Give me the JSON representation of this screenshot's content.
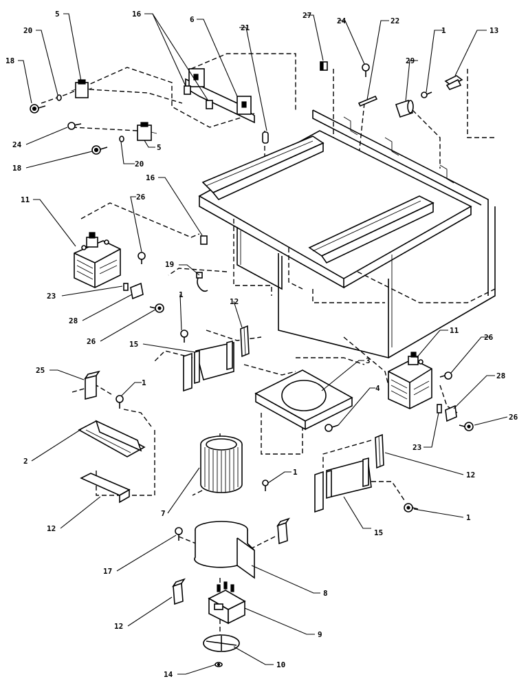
{
  "diagram": {
    "callouts": {
      "c5a": "5",
      "c20a": "20",
      "c18a": "18",
      "c24a": "24",
      "c18b": "18",
      "c20b": "20",
      "c5b": "5",
      "c16a": "16",
      "c6": "6",
      "c21": "21",
      "c27": "27",
      "c24b": "24",
      "c22": "22",
      "c29": "29",
      "c1a": "1",
      "c13": "13",
      "c11a": "11",
      "c26a": "26",
      "c16b": "16",
      "c19": "19",
      "c23a": "23",
      "c28a": "28",
      "c26b": "26",
      "c1b": "1",
      "c12a": "12",
      "c15a": "15",
      "c25": "25",
      "c1c": "1",
      "c2": "2",
      "c12b": "12",
      "c3": "3",
      "c4": "4",
      "c11b": "11",
      "c26c": "26",
      "c28b": "28",
      "c26d": "26",
      "c23b": "23",
      "c12c": "12",
      "c7": "7",
      "c1d": "1",
      "c15b": "15",
      "c1e": "1",
      "c17": "17",
      "c8": "8",
      "c12d": "12",
      "c9": "9",
      "c14": "14",
      "c10": "10"
    }
  }
}
